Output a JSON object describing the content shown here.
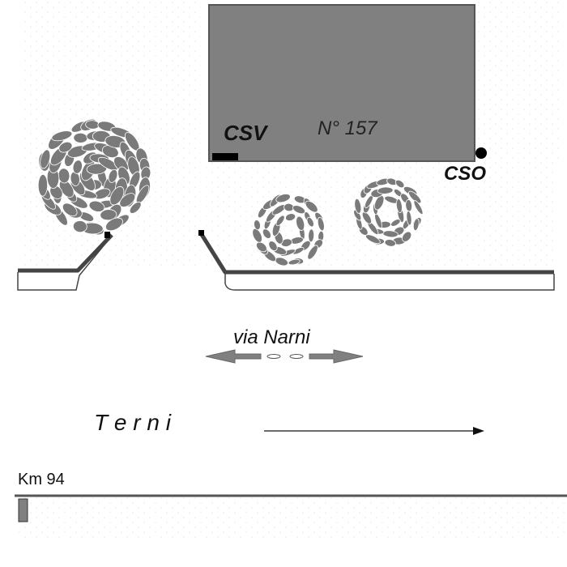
{
  "labels": {
    "csv": "CSV",
    "number": "N° 157",
    "cso": "CSO",
    "street": "via  Narni",
    "direction": "T e r n i",
    "km": "Km  94"
  },
  "colors": {
    "building_fill": "#808080",
    "building_stroke": "#555555",
    "foliage": "#7a7a7a",
    "ink": "#111111",
    "curb": "#444444"
  }
}
